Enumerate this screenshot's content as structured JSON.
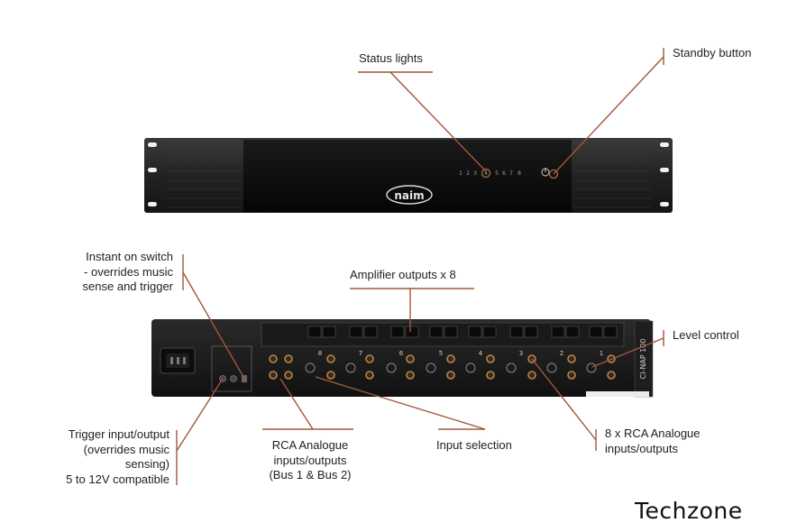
{
  "labels": {
    "status_lights": "Status lights",
    "standby_button": "Standby button",
    "instant_on_switch": [
      "Instant on switch",
      "- overrides music",
      "sense and trigger"
    ],
    "amplifier_outputs": "Amplifier outputs x 8",
    "level_control": "Level control",
    "trigger_io": [
      "Trigger input/output",
      "(overrides music",
      "sensing)",
      "5 to 12V compatible"
    ],
    "rca_bus": [
      "RCA Analogue",
      "inputs/outputs",
      "(Bus 1 & Bus 2)"
    ],
    "input_selection": "Input selection",
    "rca_8x": [
      "8 x RCA Analogue",
      "inputs/outputs"
    ]
  },
  "front_panel": {
    "logo": "naim",
    "status_numbers": [
      "1",
      "2",
      "3",
      "4",
      "5",
      "6",
      "7",
      "8"
    ]
  },
  "rear_panel": {
    "side_text": "CI-NAP 100",
    "channel_numbers": [
      "8",
      "7",
      "6",
      "5",
      "4",
      "3",
      "2",
      "1"
    ]
  },
  "watermark": "Techzone",
  "colors": {
    "leader_line": "#a0583a",
    "chassis": "#1c1c1c",
    "rca_gold": "#b8874d"
  }
}
